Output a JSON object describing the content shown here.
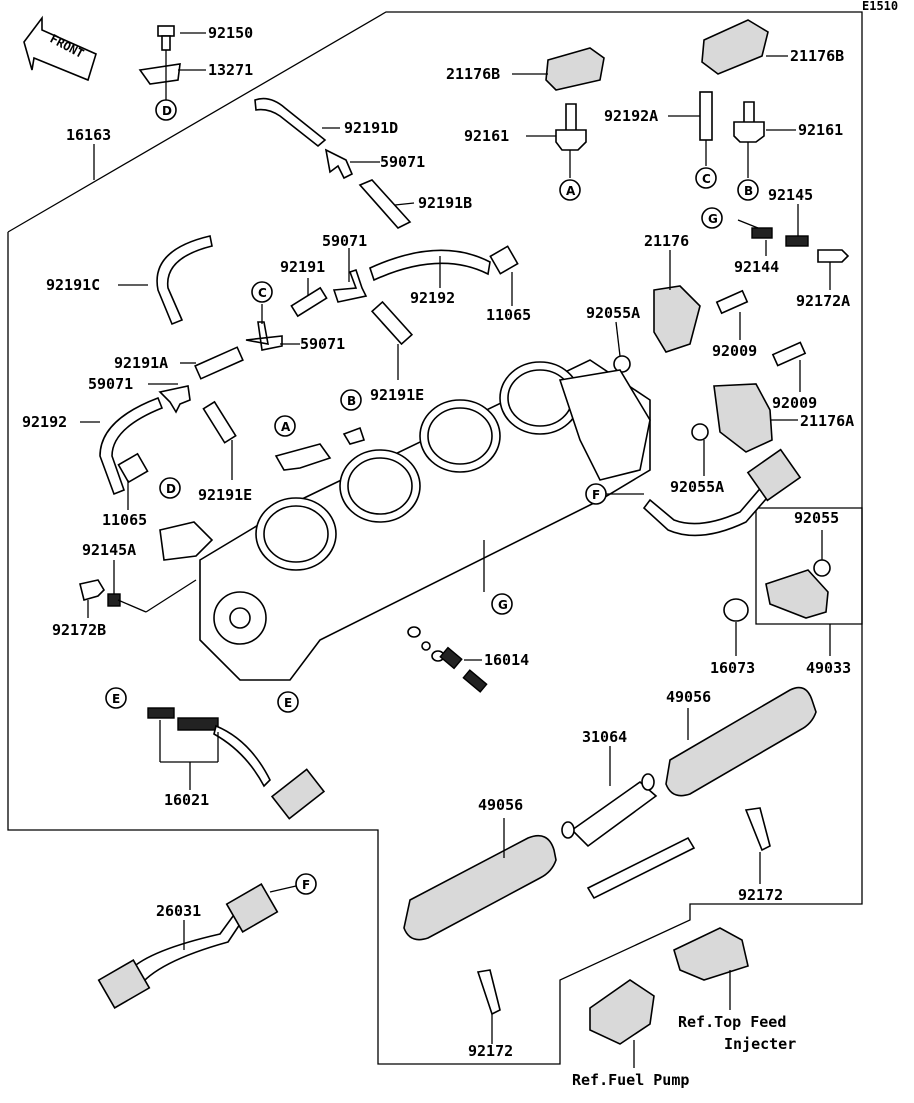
{
  "diagram_code": "E1510",
  "front_label": "FRONT",
  "circle_markers": [
    "A",
    "B",
    "C",
    "D",
    "E",
    "F",
    "G"
  ],
  "part_labels": {
    "p92150": "92150",
    "p13271": "13271",
    "p16163": "16163",
    "p92191D": "92191D",
    "p59071_top": "59071",
    "p92191B": "92191B",
    "p92191C": "92191C",
    "p92191": "92191",
    "p59071_mid": "59071",
    "p92192_mid": "92192",
    "p11065_right": "11065",
    "p59071_c": "59071",
    "p92191A": "92191A",
    "p59071_left": "59071",
    "p92191E_mid": "92191E",
    "p92192_left": "92192",
    "p92191E_low": "92191E",
    "p11065_left": "11065",
    "p92145A": "92145A",
    "p92172B": "92172B",
    "p21176B_left": "21176B",
    "p92161_left": "92161",
    "p92192A": "92192A",
    "p21176B_right": "21176B",
    "p92161_right": "92161",
    "p92145": "92145",
    "p21176": "21176",
    "p92144": "92144",
    "p92172A": "92172A",
    "p92055A_top": "92055A",
    "p92009_a": "92009",
    "p92009_b": "92009",
    "p21176A": "21176A",
    "p92055A_low": "92055A",
    "p92055": "92055",
    "p16014": "16014",
    "p16073": "16073",
    "p49033": "49033",
    "p49056_right": "49056",
    "p31064": "31064",
    "p49056_left": "49056",
    "p16021": "16021",
    "p92172_right": "92172",
    "p26031": "26031",
    "p92172_bottom": "92172"
  },
  "references": {
    "top_feed_line1": "Ref.Top Feed",
    "top_feed_line2": "Injecter",
    "fuel_pump": "Ref.Fuel Pump"
  }
}
